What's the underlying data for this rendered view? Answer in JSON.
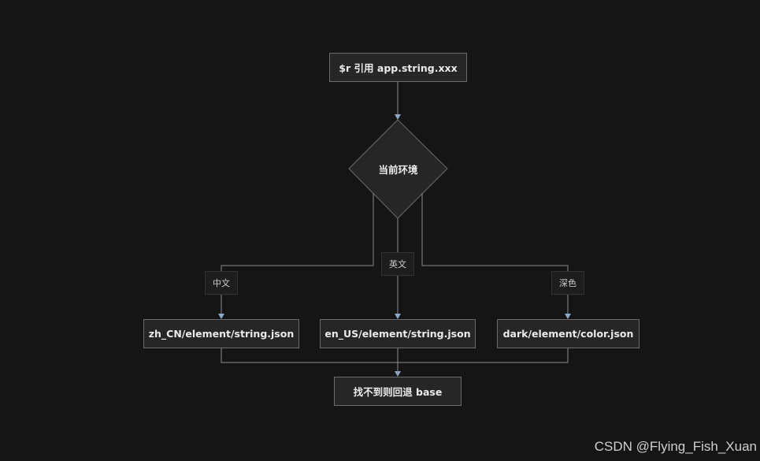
{
  "nodes": {
    "start": "$r 引用 app.string.xxx",
    "decision": "当前环境",
    "zh": "zh_CN/element/string.json",
    "en": "en_US/element/string.json",
    "dark": "dark/element/color.json",
    "fallback": "找不到则回退 base"
  },
  "edge_labels": {
    "zh": "中文",
    "en": "英文",
    "dark": "深色"
  },
  "watermark": "CSDN @Flying_Fish_Xuan",
  "colors": {
    "background": "#151515",
    "node_fill": "#262626",
    "node_border": "#6b6b6b",
    "edge": "#8a8a8a",
    "arrow": "#8fa8c8",
    "text": "#eaeaea"
  }
}
